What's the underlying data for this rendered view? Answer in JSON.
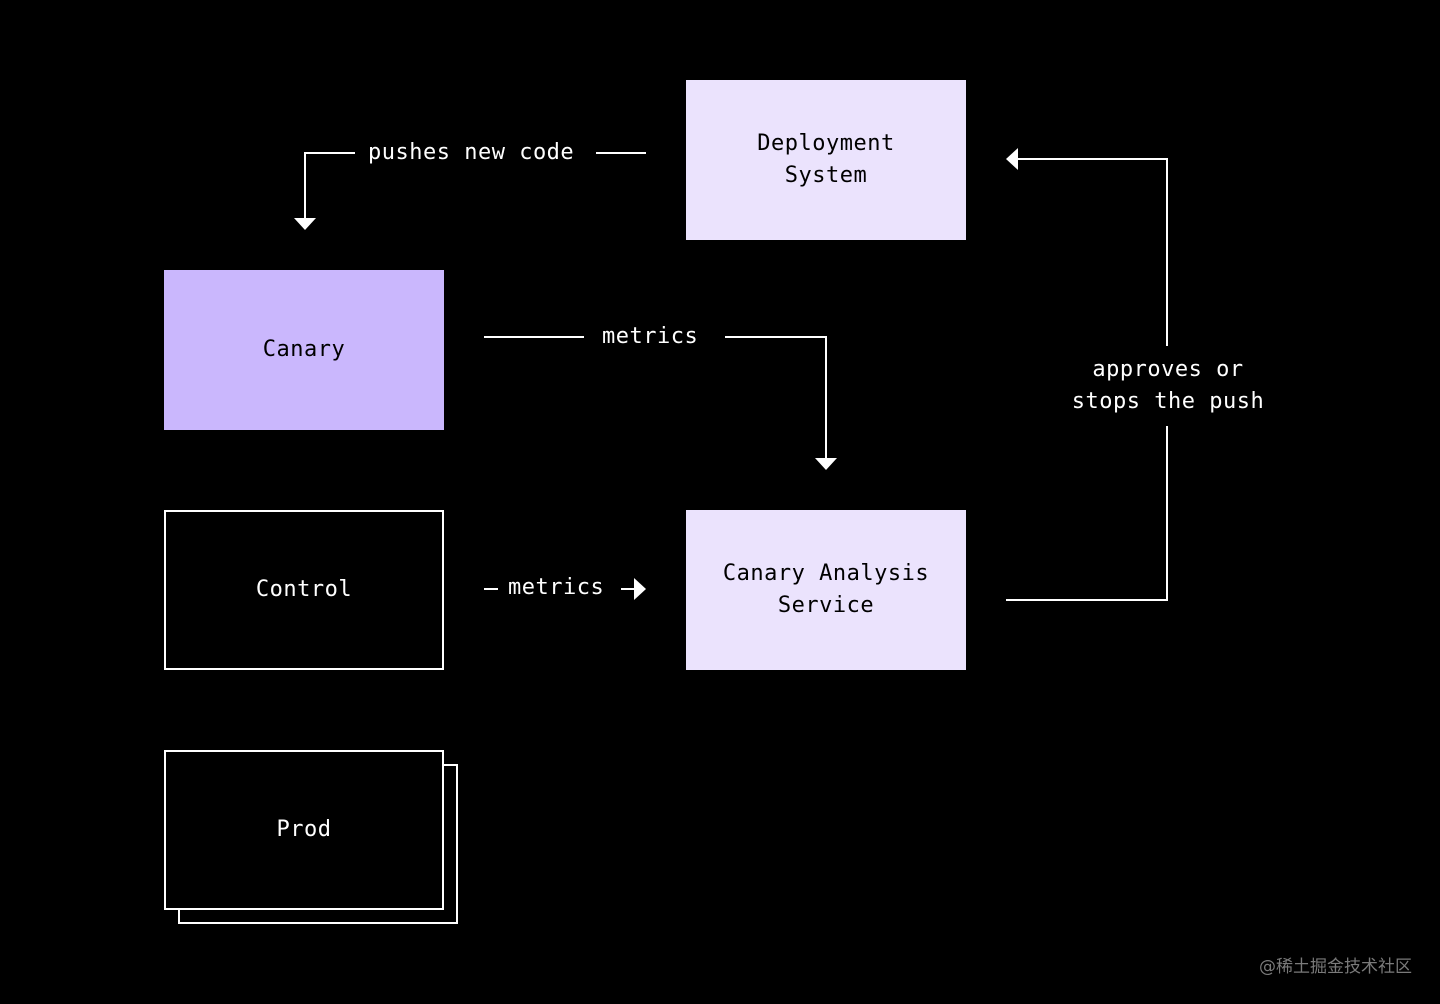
{
  "colors": {
    "background": "#000000",
    "light_box": "#ebe3fd",
    "canary_box": "#cab7fd",
    "line": "#ffffff",
    "watermark": "#7a7a7a"
  },
  "nodes": {
    "deployment_system": {
      "line1": "Deployment",
      "line2": "System"
    },
    "canary": {
      "label": "Canary"
    },
    "control": {
      "label": "Control"
    },
    "canary_analysis_service": {
      "line1": "Canary Analysis",
      "line2": "Service"
    },
    "prod": {
      "label": "Prod"
    }
  },
  "edges": {
    "pushes_new_code": "pushes new code",
    "canary_metrics": "metrics",
    "control_metrics": "metrics",
    "approves_line1": "approves or",
    "approves_line2": "stops the push"
  },
  "watermark": "@稀土掘金技术社区"
}
